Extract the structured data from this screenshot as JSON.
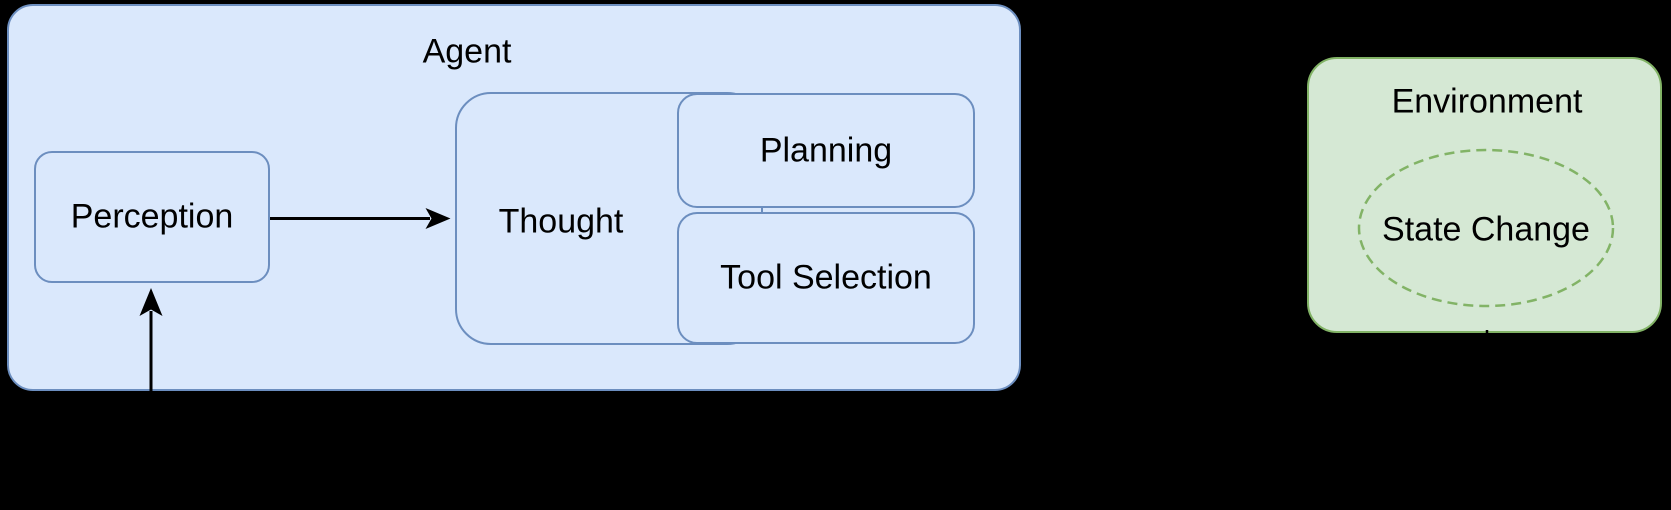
{
  "diagram": {
    "type": "flow-diagram",
    "background_color": "#000000",
    "text_color": "#000000",
    "edge_color": "#000000",
    "nodes": {
      "agent": {
        "label": "Agent",
        "fill": "#dae8fc",
        "stroke": "#6c8ebf"
      },
      "perception": {
        "label": "Perception",
        "fill": "#dae8fc",
        "stroke": "#6c8ebf"
      },
      "thought": {
        "label": "Thought",
        "fill": "#dae8fc",
        "stroke": "#6c8ebf"
      },
      "planning": {
        "label": "Planning",
        "fill": "#dae8fc",
        "stroke": "#6c8ebf"
      },
      "tool_selection": {
        "label": "Tool Selection",
        "fill": "#dae8fc",
        "stroke": "#6c8ebf"
      },
      "environment": {
        "label": "Environment",
        "fill": "#d5e8d4",
        "stroke": "#82b366"
      },
      "state_change": {
        "label": "State Change",
        "stroke": "#82b366",
        "shape": "dashed-ellipse"
      }
    },
    "edges": [
      {
        "from": "perception",
        "to": "thought",
        "style": "arrow",
        "color": "#000000"
      },
      {
        "from": "bottom-of-image",
        "to": "perception",
        "style": "arrow",
        "color": "#000000"
      },
      {
        "from": "environment",
        "to": "bottom-of-image",
        "style": "line-stub",
        "color": "#000000"
      }
    ]
  }
}
